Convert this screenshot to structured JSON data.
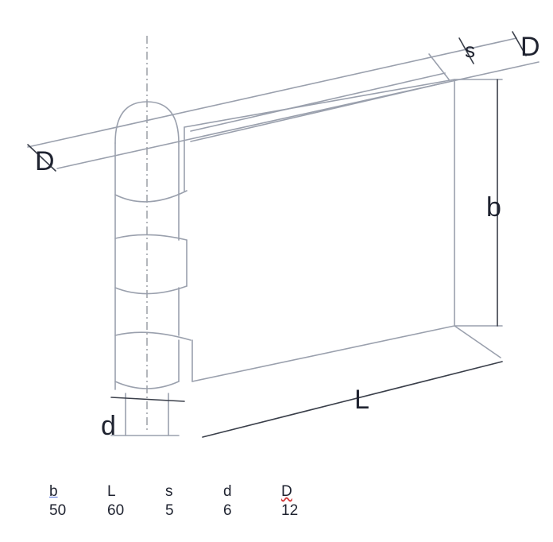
{
  "diagram": {
    "labels": {
      "b": "b",
      "L": "L",
      "s": "s",
      "d": "d",
      "D_left": "D",
      "D_right": "D"
    }
  },
  "dimensions_table": {
    "columns": [
      {
        "key": "b",
        "header": "b",
        "value": "50"
      },
      {
        "key": "L",
        "header": "L",
        "value": "60"
      },
      {
        "key": "s",
        "header": "s",
        "value": "5"
      },
      {
        "key": "d",
        "header": "d",
        "value": "6"
      },
      {
        "key": "D",
        "header": "D",
        "value": "12"
      }
    ]
  }
}
